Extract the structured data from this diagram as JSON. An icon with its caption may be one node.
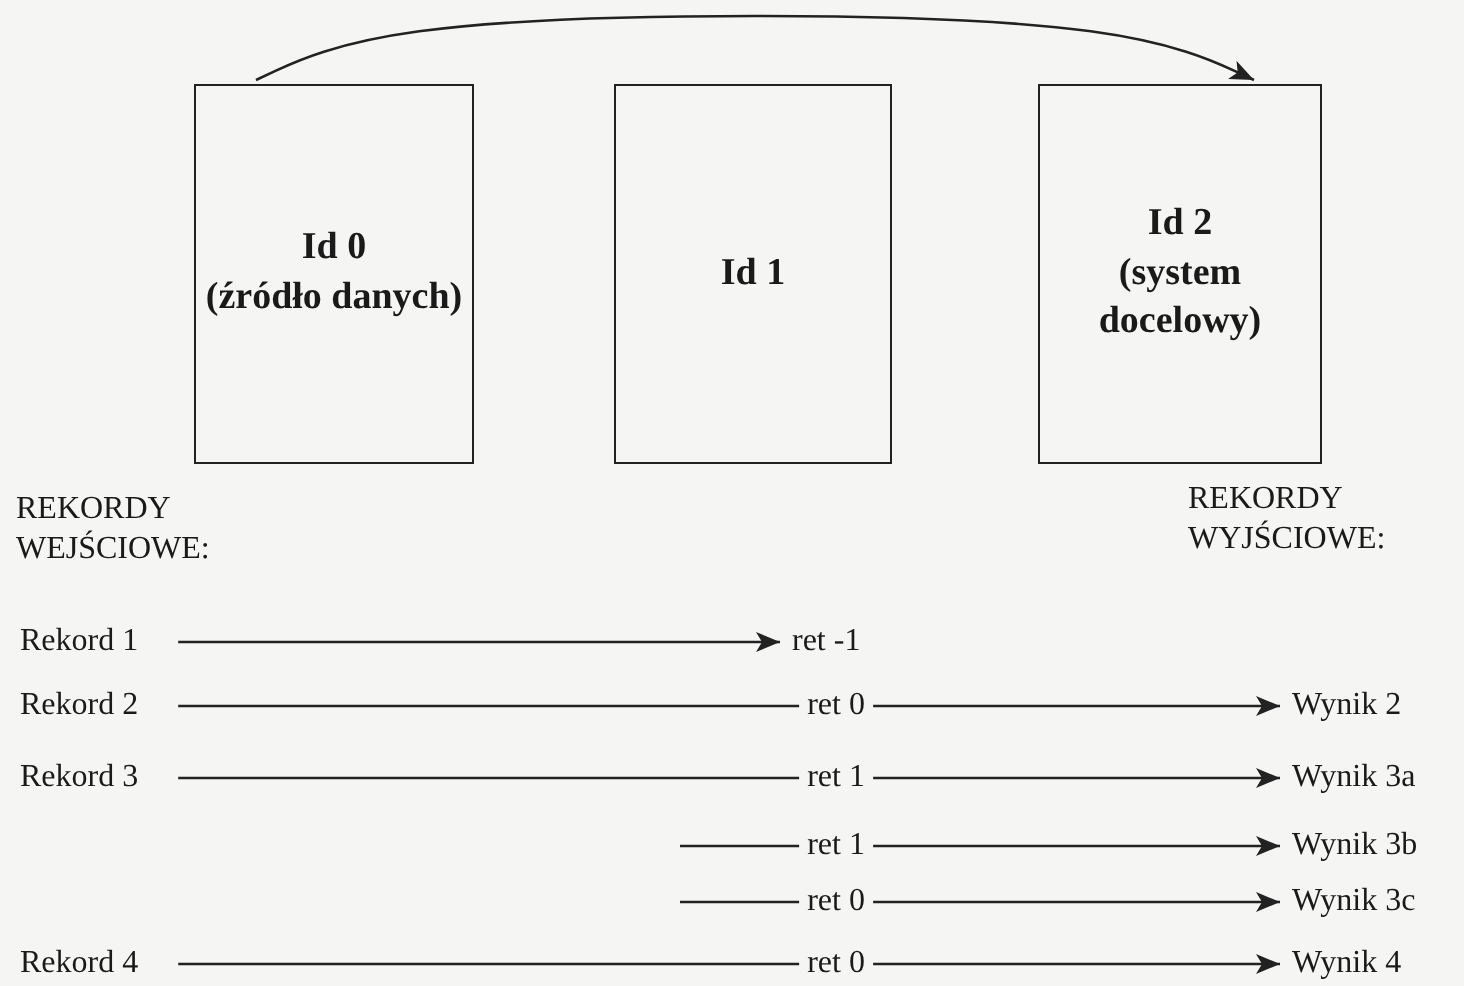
{
  "diagram": {
    "nodes": [
      {
        "text": [
          "Id 0",
          "(źródło danych)"
        ]
      },
      {
        "text": [
          "Id 1"
        ]
      },
      {
        "text": [
          "Id 2",
          "(system docelowy)"
        ]
      },
      {
        "text": [
          "Rekord 1"
        ]
      },
      {
        "text": [
          "ret -1"
        ]
      },
      {
        "text": [
          "Rekord 2"
        ]
      },
      {
        "text": [
          "Wynik 2"
        ]
      },
      {
        "text": [
          "Rekord 3"
        ]
      },
      {
        "text": [
          "Wynik 3a"
        ]
      },
      {
        "text": [
          "Wynik 3b"
        ]
      },
      {
        "text": [
          "Wynik 3c"
        ]
      },
      {
        "text": [
          "Rekord 4"
        ]
      },
      {
        "text": [
          "Wynik 4"
        ]
      }
    ],
    "edges": [
      {
        "from": 0,
        "to": 2,
        "arrow": "to"
      },
      {
        "from": 3,
        "to": 4,
        "arrow": "to"
      },
      {
        "from": 5,
        "to": 6,
        "arrow": "to",
        "label": "ret 0"
      },
      {
        "from": 7,
        "to": 8,
        "arrow": "to",
        "label": "ret 1"
      },
      {
        "from": null,
        "to": 9,
        "arrow": "to",
        "label": "ret 1"
      },
      {
        "from": null,
        "to": 10,
        "arrow": "to",
        "label": "ret 0"
      },
      {
        "from": 11,
        "to": 12,
        "arrow": "to",
        "label": "ret 0"
      }
    ],
    "labels": [
      "REKORDY WEJŚCIOWE:",
      "REKORDY WYJŚCIOWE:"
    ]
  }
}
